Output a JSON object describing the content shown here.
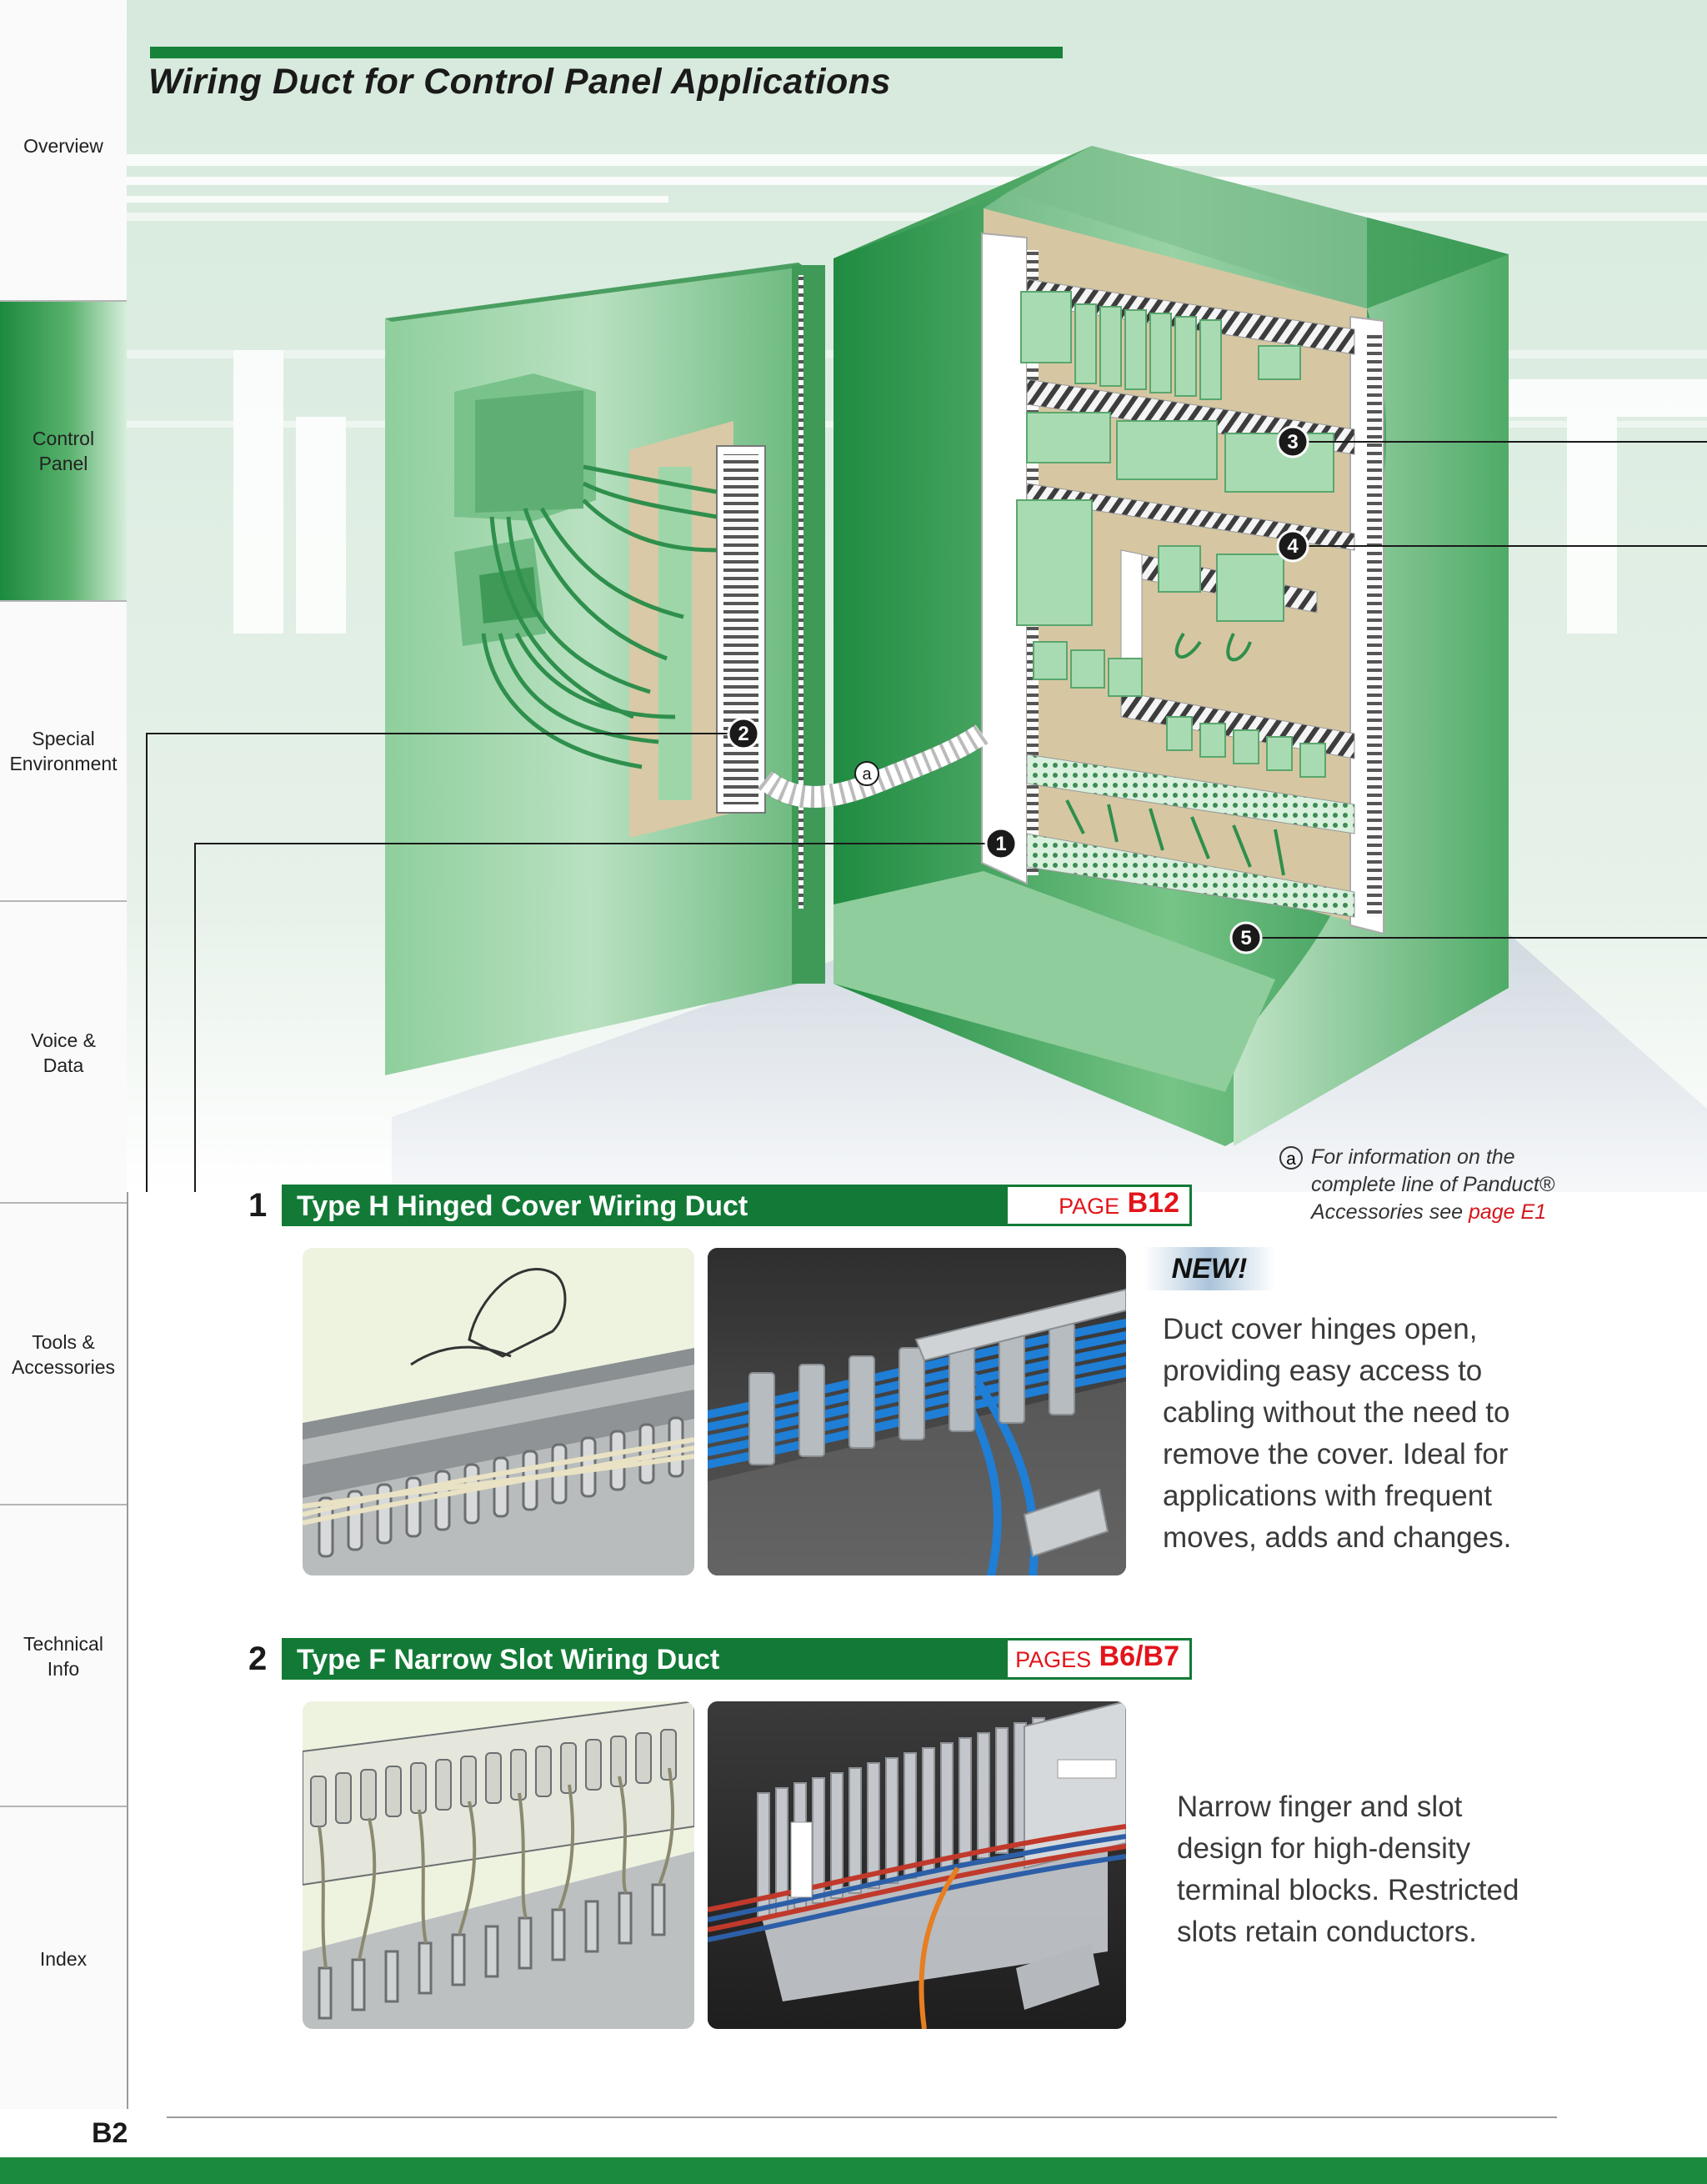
{
  "sidebar": {
    "tabs": [
      {
        "label": "Overview",
        "active": false
      },
      {
        "label": "Control\nPanel",
        "active": true
      },
      {
        "label": "Special\nEnvironment",
        "active": false
      },
      {
        "label": "Voice &\nData",
        "active": false
      },
      {
        "label": "Tools &\nAccessories",
        "active": false
      },
      {
        "label": "Technical\nInfo",
        "active": false
      },
      {
        "label": "Index",
        "active": false
      }
    ]
  },
  "header": {
    "title": "Wiring Duct for Control Panel Applications"
  },
  "callouts": [
    "1",
    "2",
    "3",
    "4",
    "5",
    "a"
  ],
  "note": {
    "badge": "a",
    "line1": "For information on the",
    "line2": "complete line of Panduct®",
    "line3_prefix": "Accessories see ",
    "line3_link": "page E1"
  },
  "products": [
    {
      "number": "1",
      "name": "Type H Hinged Cover Wiring Duct",
      "page_label": "PAGE",
      "page_ref": "B12",
      "badge": "NEW!",
      "description": [
        "Duct cover hinges open,",
        "providing easy access to",
        "cabling without the need to",
        "remove the cover. Ideal for",
        "applications with frequent",
        "moves, adds and changes."
      ]
    },
    {
      "number": "2",
      "name": "Type F Narrow Slot Wiring Duct",
      "page_label": "PAGES",
      "page_ref": "B6/B7",
      "description": [
        "Narrow finger and slot",
        "design for high-density",
        "terminal blocks. Restricted",
        "slots retain conductors."
      ]
    }
  ],
  "footer": {
    "page_number": "B2"
  },
  "colors": {
    "brand_green": "#127a36",
    "accent_red": "#e3141b",
    "tab_green": "#1c8a3e"
  }
}
